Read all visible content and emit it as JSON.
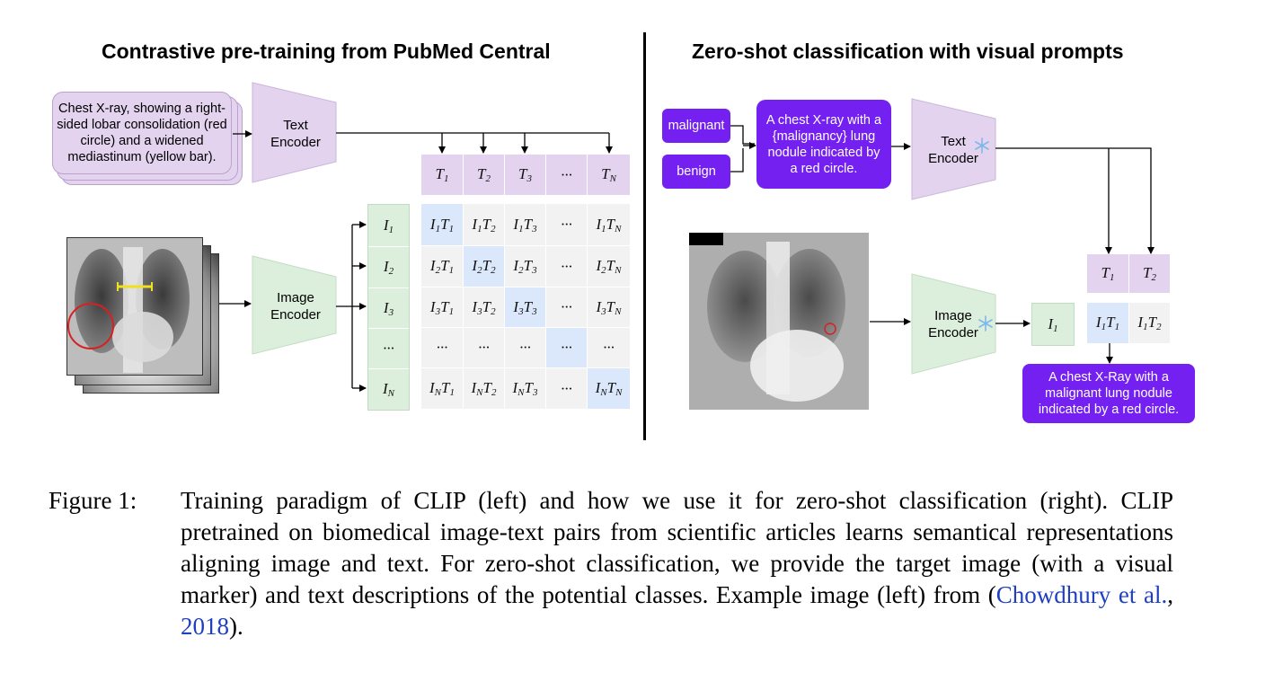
{
  "left_panel": {
    "title": "Contrastive pre-training from PubMed Central",
    "caption_card": "Chest X-ray, showing a right-sided lobar consolidation (red circle) and a widened mediastinum (yellow bar).",
    "text_encoder_label": "Text\nEncoder",
    "image_encoder_label": "Image\nEncoder",
    "text_tokens": [
      "T1",
      "T2",
      "T3",
      "···",
      "TN"
    ],
    "image_tokens": [
      "I1",
      "I2",
      "I3",
      "···",
      "IN"
    ],
    "matrix": [
      [
        "I1T1",
        "I1T2",
        "I1T3",
        "···",
        "I1TN"
      ],
      [
        "I2T1",
        "I2T2",
        "I2T3",
        "···",
        "I2TN"
      ],
      [
        "I3T1",
        "I3T2",
        "I3T3",
        "···",
        "I3TN"
      ],
      [
        "···",
        "···",
        "···",
        "···",
        "···"
      ],
      [
        "INT1",
        "INT2",
        "INT3",
        "···",
        "INTN"
      ]
    ]
  },
  "right_panel": {
    "title": "Zero-shot classification with visual prompts",
    "class_labels": [
      "malignant",
      "benign"
    ],
    "prompt_template": "A chest X-ray with a {malignancy} lung nodule indicated by a red circle.",
    "text_encoder_label": "Text\nEncoder",
    "image_encoder_label": "Image\nEncoder",
    "text_tokens": [
      "T1",
      "T2"
    ],
    "image_token": "I1",
    "scores": [
      "I1T1",
      "I1T2"
    ],
    "result": "A chest X-Ray with a malignant lung nodule indicated by a red circle."
  },
  "caption": {
    "label": "Figure 1:",
    "text_before_cite": "Training paradigm of CLIP (left) and how we use it for zero-shot classification (right). CLIP pretrained on biomedical image-text pairs from scientific articles learns semantical representations aligning image and text. For zero-shot classification, we provide the target image (with a visual marker) and text descriptions of the potential classes. Example image (left) from (",
    "cite_author": "Chowdhury et al.",
    "cite_sep": ", ",
    "cite_year": "2018",
    "text_after_cite": ")."
  },
  "colors": {
    "text_purple": "#e3d3ef",
    "image_green": "#dcefdc",
    "diag_blue": "#dbe8fb",
    "pill_violet": "#7420f0",
    "cite_blue": "#1f3fbf"
  }
}
